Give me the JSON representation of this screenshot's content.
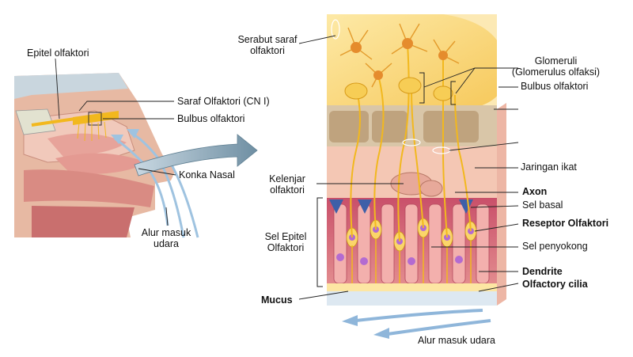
{
  "labels": {
    "epitel_olfaktori": "Epitel olfaktori",
    "saraf_olfaktori": "Saraf Olfaktori (CN I)",
    "bulbus_olfaktori_left": "Bulbus olfaktori",
    "konka_nasal": "Konka Nasal",
    "alur_masuk_udara_left": [
      "Alur masuk",
      "udara"
    ],
    "serabut_saraf": [
      "Serabut saraf",
      "olfaktori"
    ],
    "glomeruli": [
      "Glomeruli",
      "(Glomerulus olfaksi)"
    ],
    "bulbus_olfaktori_right": "Bulbus olfaktori",
    "jaringan_ikat": "Jaringan ikat",
    "kelenjar": [
      "Kelenjar",
      "olfaktori"
    ],
    "axon": "Axon",
    "sel_basal": "Sel basal",
    "reseptor": "Reseptor Olfaktori",
    "sel_epitel": [
      "Sel Epitel",
      "Olfaktori"
    ],
    "sel_penyokong": "Sel penyokong",
    "dendrite": "Dendrite",
    "olfactory_cilia": "Olfactory cilia",
    "mucus": "Mucus",
    "alur_masuk_udara_bottom": "Alur masuk udara"
  },
  "colors": {
    "nerve": "#f2b81e",
    "bulb": "#fbdf86",
    "bone": "#d9c6a8",
    "connective": "#f4c7b4",
    "epithelium": "#d9687a",
    "receptor_nucleus": "#b36bd1",
    "basal_cell": "#3d5fa8",
    "air": "#9fc3e0",
    "arrow": "#8aa7b8"
  }
}
